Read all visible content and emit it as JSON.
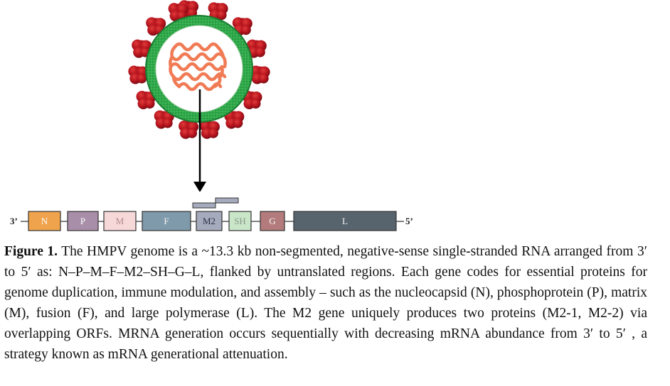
{
  "genome": {
    "end_left": "3’",
    "end_right": "5’",
    "genes": [
      {
        "label": "N",
        "color": "#f0a34d"
      },
      {
        "label": "P",
        "color": "#a88ea8"
      },
      {
        "label": "M",
        "color": "#f7d8d8"
      },
      {
        "label": "F",
        "color": "#7f9aaa"
      },
      {
        "label": "M2",
        "color": "#a5aabc"
      },
      {
        "label": "SH",
        "color": "#c9e6c9"
      },
      {
        "label": "G",
        "color": "#b37b7b"
      },
      {
        "label": "L",
        "color": "#58646d"
      }
    ]
  },
  "caption": {
    "label": "Figure 1.",
    "text": " The HMPV genome is a ~13.3 kb non-segmented, negative-sense single-stranded RNA arranged from 3′  to 5′  as: N–P–M–F–M2–SH–G–L, flanked by untranslated regions. Each gene codes for essential proteins for genome duplication, immune modulation, and assembly – such as the nucleocapsid (N), phosphoprotein (P), matrix (M), fusion (F), and large polymerase (L). The M2 gene uniquely produces two proteins (M2-1, M2-2) via overlapping ORFs. MRNA generation occurs sequentially with decreasing mRNA abundance from 3′  to 5′ , a strategy known as mRNA generational attenuation."
  },
  "colors": {
    "envelope": "#2fa84a",
    "spike": "#b3121c",
    "rna": "#f07b55",
    "arrow": "#000000"
  }
}
